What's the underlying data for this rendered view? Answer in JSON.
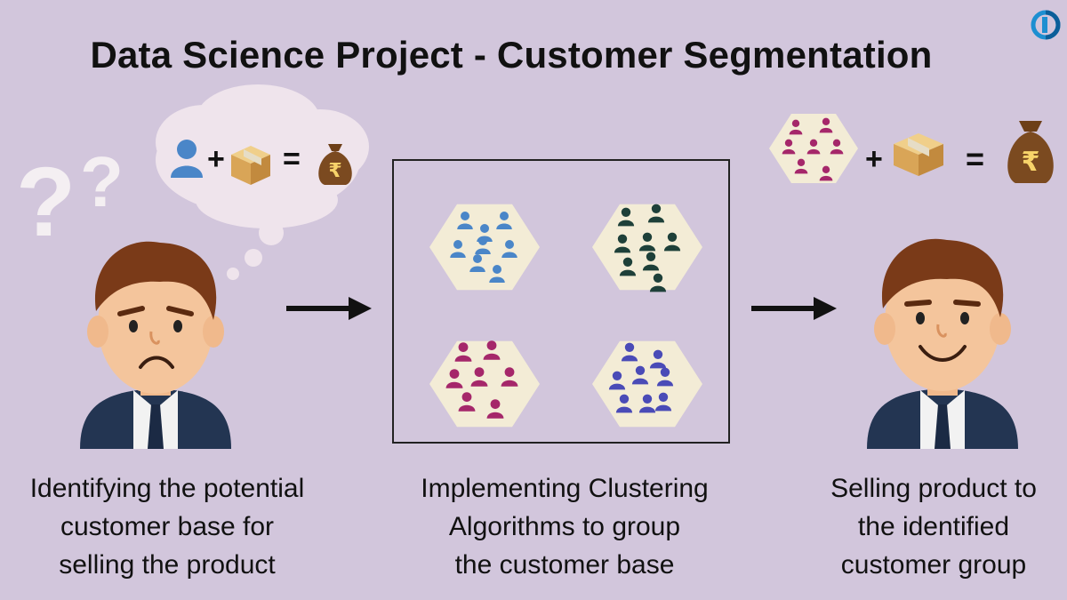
{
  "title": "Data Science Project - Customer Segmentation",
  "captions": {
    "left": [
      "Identifying the potential",
      "customer base for",
      "selling the product"
    ],
    "middle": [
      "Implementing Clustering",
      "Algorithms to group",
      "the customer base"
    ],
    "right": [
      "Selling product to",
      "the identified",
      "customer group"
    ]
  },
  "symbols": {
    "plus": "+",
    "equals": "=",
    "currency": "₹"
  },
  "colors": {
    "background": "#d2c6dc",
    "hex_fill": "#f3ecd6",
    "cluster_blue": "#4a86c8",
    "cluster_dark_green": "#1e4039",
    "cluster_magenta": "#a5276a",
    "cluster_indigo": "#4a4bb7",
    "skin": "#f4c59c",
    "hair": "#7a3a18",
    "suit": "#233552",
    "money_bag": "#7b4a20"
  },
  "icons": [
    "person-icon",
    "box-icon",
    "money-bag-icon",
    "question-mark-icon",
    "thought-bubble",
    "arrow-right-icon",
    "logo-icon"
  ]
}
